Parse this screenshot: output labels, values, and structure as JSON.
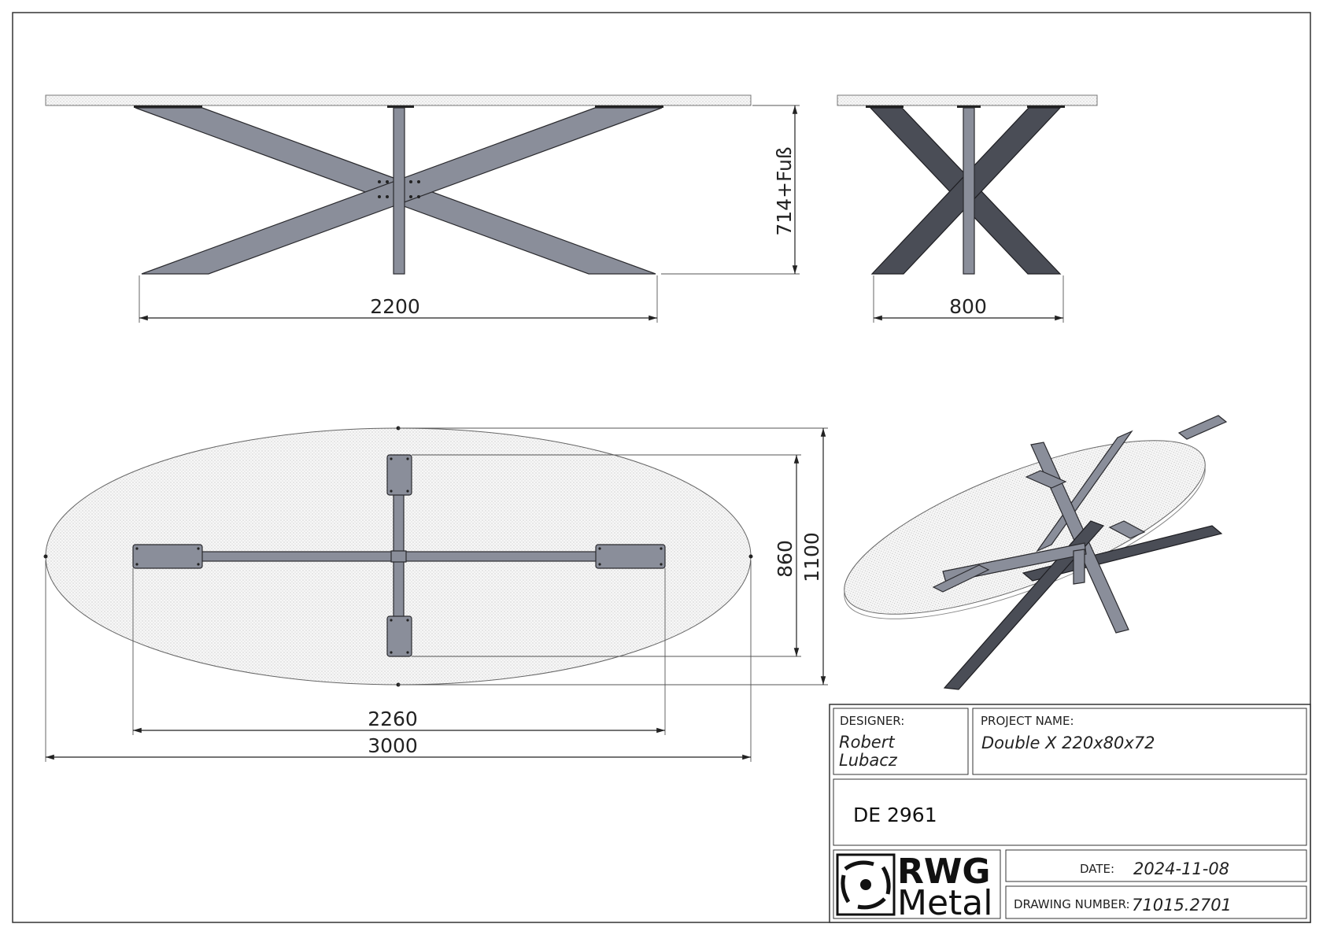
{
  "dimensions": {
    "front_width": "2200",
    "front_height": "714+Fuß",
    "side_width": "800",
    "top_inner_width": "2260",
    "top_outer_width": "3000",
    "top_inner_depth": "860",
    "top_outer_depth": "1100"
  },
  "title_block": {
    "designer_label": "DESIGNER:",
    "designer_first": "Robert",
    "designer_last": "Lubacz",
    "project_label": "PROJECT NAME:",
    "project_name": "Double X 220x80x72",
    "code": "DE 2961",
    "logo_line1": "RWG",
    "logo_line2": "Metal",
    "date_label": "DATE:",
    "date_value": "2024-11-08",
    "drawing_number_label": "DRAWING NUMBER:",
    "drawing_number_value": "71015.2701"
  },
  "colors": {
    "steel": "#8a8e9a",
    "steel_dark": "#4a4d56",
    "line": "#222222",
    "glass": "#efefef"
  }
}
